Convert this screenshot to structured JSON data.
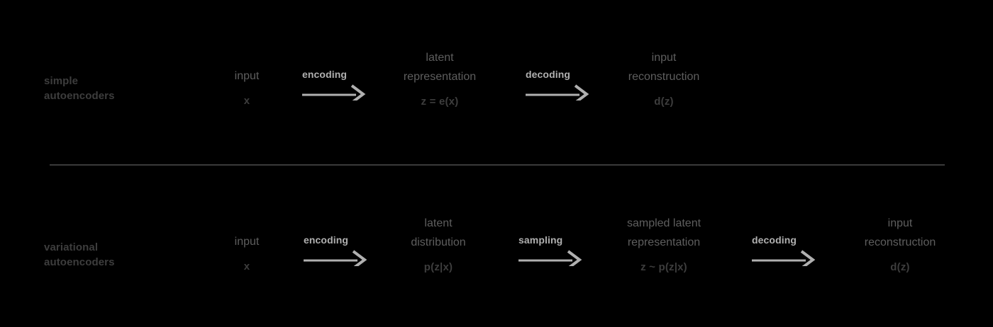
{
  "diagram": {
    "title_rows": [
      {
        "line1": "simple",
        "line2": "autoencoders"
      },
      {
        "line1": "variational",
        "line2": "autoencoders"
      }
    ],
    "colors": {
      "background": "#000000",
      "caption_text": "#5e5e5e",
      "formula_text": "#3d3d3d",
      "row_label_text": "#3d3d3d",
      "arrow": "#b0b0b0",
      "divider": "#3a3a3a"
    },
    "rows": [
      {
        "name": "simple-autoencoders",
        "label_line1": "simple",
        "label_line2": "autoencoders",
        "nodes": [
          {
            "caption_line1": "input",
            "caption_line2": "",
            "formula": "x"
          },
          {
            "caption_line1": "latent",
            "caption_line2": "representation",
            "formula": "z = e(x)"
          },
          {
            "caption_line1": "input",
            "caption_line2": "reconstruction",
            "formula": "d(z)"
          }
        ],
        "arrows": [
          {
            "label": "encoding"
          },
          {
            "label": "decoding"
          }
        ]
      },
      {
        "name": "variational-autoencoders",
        "label_line1": "variational",
        "label_line2": "autoencoders",
        "nodes": [
          {
            "caption_line1": "input",
            "caption_line2": "",
            "formula": "x"
          },
          {
            "caption_line1": "latent",
            "caption_line2": "distribution",
            "formula": "p(z|x)"
          },
          {
            "caption_line1": "sampled latent",
            "caption_line2": "representation",
            "formula": "z ~ p(z|x)"
          },
          {
            "caption_line1": "input",
            "caption_line2": "reconstruction",
            "formula": "d(z)"
          }
        ],
        "arrows": [
          {
            "label": "encoding"
          },
          {
            "label": "sampling"
          },
          {
            "label": "decoding"
          }
        ]
      }
    ]
  }
}
